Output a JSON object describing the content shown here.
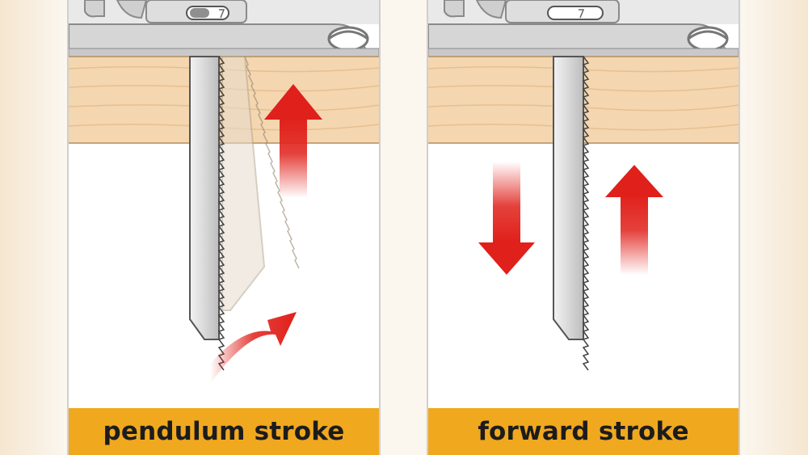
{
  "panels": [
    {
      "id": "pendulum",
      "caption": "pendulum stroke"
    },
    {
      "id": "forward",
      "caption": "forward stroke"
    }
  ],
  "colors": {
    "wood": "#f4d6b0",
    "wood_grain": "#e8bf8f",
    "blade": "#e3e3e3",
    "tool_body": "#dcdcdc",
    "arrow_red": "#e0201a",
    "caption_bg": "#f0a81e",
    "caption_text": "#1c1c1c"
  }
}
